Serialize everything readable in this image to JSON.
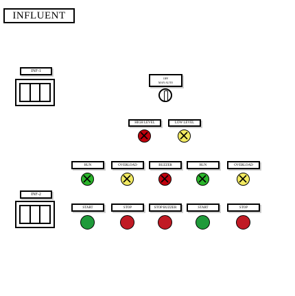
{
  "title": "INFLUENT",
  "panels": [
    {
      "tag": "INF-1"
    },
    {
      "tag": "INF-2"
    }
  ],
  "selector": {
    "label_line1": "OFF",
    "label_line2": "MAN AUTO"
  },
  "level_indicators": [
    {
      "label": "HIGH LEVEL",
      "state": "red-x",
      "color": "#c0000d"
    },
    {
      "label": "LOW LEVEL",
      "state": "yellow-x",
      "color": "#f2ea62"
    }
  ],
  "status_indicators": [
    {
      "label": "RUN",
      "state": "green-x",
      "color": "#2bb52b"
    },
    {
      "label": "OVERLOAD",
      "state": "yellow-x",
      "color": "#f2ea62"
    },
    {
      "label": "BUZZER",
      "state": "red-x",
      "color": "#c0000d"
    },
    {
      "label": "RUN",
      "state": "green-x",
      "color": "#2bb52b"
    },
    {
      "label": "OVERLOAD",
      "state": "yellow-x",
      "color": "#f2ea62"
    }
  ],
  "buttons": [
    {
      "label": "START",
      "color": "#1f9a3a"
    },
    {
      "label": "STOP",
      "color": "#c01a24"
    },
    {
      "label": "STOP BUZZER",
      "color": "#c01a24"
    },
    {
      "label": "START",
      "color": "#1f9a3a"
    },
    {
      "label": "STOP",
      "color": "#c01a24"
    }
  ]
}
